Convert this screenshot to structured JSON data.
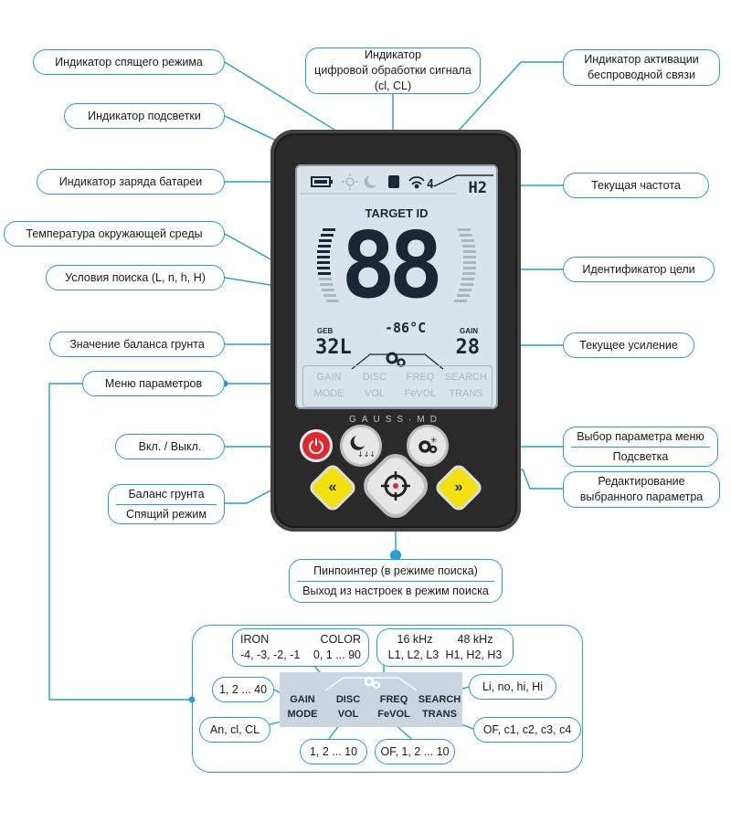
{
  "callouts": {
    "sleep": "Индикатор спящего режима",
    "dsp_1": "Индикатор",
    "dsp_2": "цифровой обработки сигнала",
    "dsp_3": "(cl, CL)",
    "wireless_1": "Индикатор активации",
    "wireless_2": "беспроводной связи",
    "backlight": "Индикатор подсветки",
    "battery": "Индикатор заряда батареи",
    "frequency": "Текущая частота",
    "temperature": "Температура окружающей среды",
    "target_id": "Идентификатор цели",
    "search_cond": "Условия поиска (L, n, h, H)",
    "ground_balance": "Значение баланса грунта",
    "current_gain": "Текущее усиление",
    "param_menu": "Меню параметров",
    "power": "Вкл. / Выкл.",
    "menu_select_1": "Выбор параметра меню",
    "menu_select_2": "Подсветка",
    "gb_sleep_1": "Баланс грунта",
    "gb_sleep_2": "Спящий режим",
    "edit_1": "Редактирование",
    "edit_2": "выбранного параметра",
    "pinpoint_1": "Пинпоинтер (в режиме поиска)",
    "pinpoint_2": "Выход из настроек в режим поиска"
  },
  "display": {
    "target_label": "TARGET ID",
    "target_value": "88",
    "frequency": "H2",
    "temperature": "-86°C",
    "geb_label": "GEB",
    "geb_value": "32L",
    "gain_label": "GAIN",
    "gain_value": "28",
    "menu": [
      "GAIN",
      "DISC",
      "FREQ",
      "SEARCH",
      "MODE",
      "VOL",
      "FeVOL",
      "TRANS"
    ]
  },
  "brand": "GAUSS·MD",
  "bottom": {
    "iron_head": "IRON",
    "iron_vals": "-4, -3, -2, -1",
    "color_head": "COLOR",
    "color_vals": "0, 1 ... 90",
    "freq_head_1": "16 kHz",
    "freq_head_2": "48 kHz",
    "freq_vals_1": "L1, L2, L3",
    "freq_vals_2": "H1, H2, H3",
    "gain_range": "1, 2 ... 40",
    "search_range": "Li, no, hi, Hi",
    "mode_range": "An, cl, CL",
    "trans_range": "OF, c1, c2, c3, c4",
    "vol_range": "1, 2 ... 10",
    "fevol_range": "OF, 1, 2 ... 10",
    "menu": [
      "GAIN",
      "DISC",
      "FREQ",
      "SEARCH",
      "MODE",
      "VOL",
      "FeVOL",
      "TRANS"
    ]
  },
  "colors": {
    "accent": "#1e9fd6",
    "device_body": "#2a2a2a",
    "lcd": "#d9e3ea",
    "yellow_button": "#f3e10f",
    "power_red": "#e0282e"
  }
}
